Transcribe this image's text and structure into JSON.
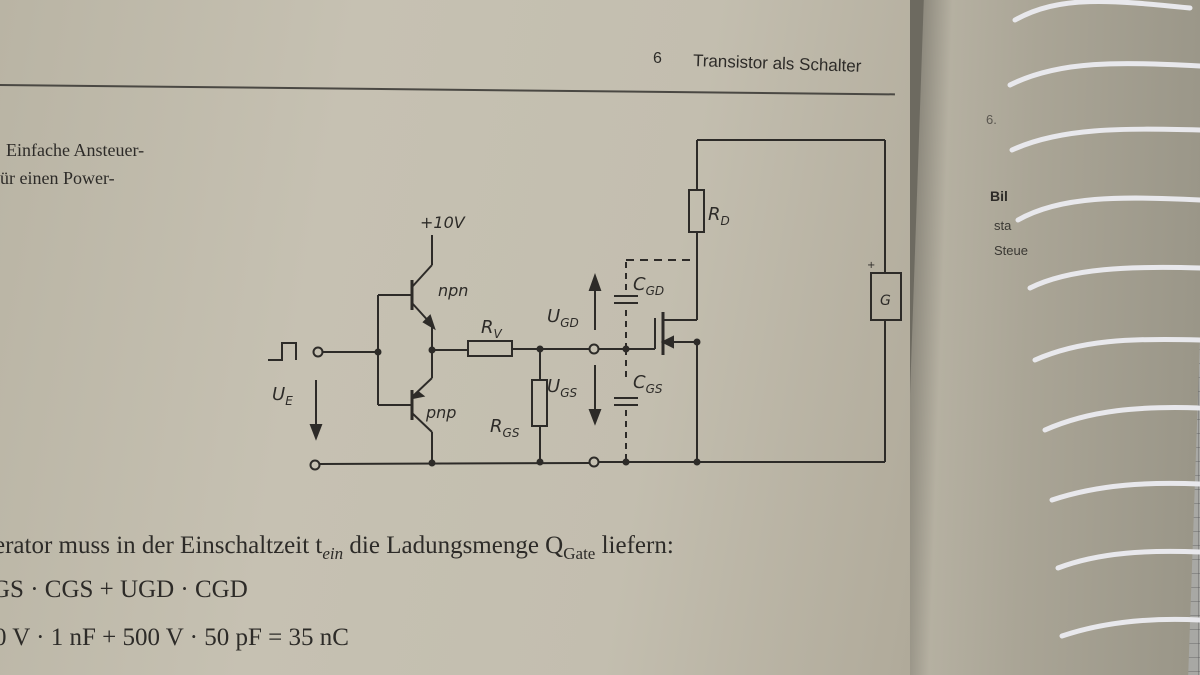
{
  "header": {
    "chapter_number": "6",
    "chapter_title": "Transistor als Schalter"
  },
  "caption": {
    "line1": "Einfache Ansteuer-",
    "line2": "ür einen Power-"
  },
  "circuit": {
    "supply": "+10V",
    "npn": "npn",
    "pnp": "pnp",
    "rv": "R",
    "rv_sub": "V",
    "rgs": "R",
    "rgs_sub": "GS",
    "rd": "R",
    "rd_sub": "D",
    "ue": "U",
    "ue_sub": "E",
    "ugd": "U",
    "ugd_sub": "GD",
    "ugs": "U",
    "ugs_sub": "GS",
    "cgd": "C",
    "cgd_sub": "GD",
    "cgs": "C",
    "cgs_sub": "GS",
    "generator": "G",
    "plus": "+"
  },
  "body_text": "erator muss in der Einschaltzeit t",
  "body_text_sub": "ein",
  "body_text_end": " die Ladungsmenge Q",
  "body_text_q_sub": "Gate",
  "body_text_tail": " liefern:",
  "equation1": "GS · CGS + UGD · CGD",
  "equation2": "0 V · 1 nF + 500 V · 50 pF = 35 nC",
  "right_page": {
    "section": "6.",
    "bild": "Bil",
    "line2": "sta",
    "line3": "Steue"
  }
}
